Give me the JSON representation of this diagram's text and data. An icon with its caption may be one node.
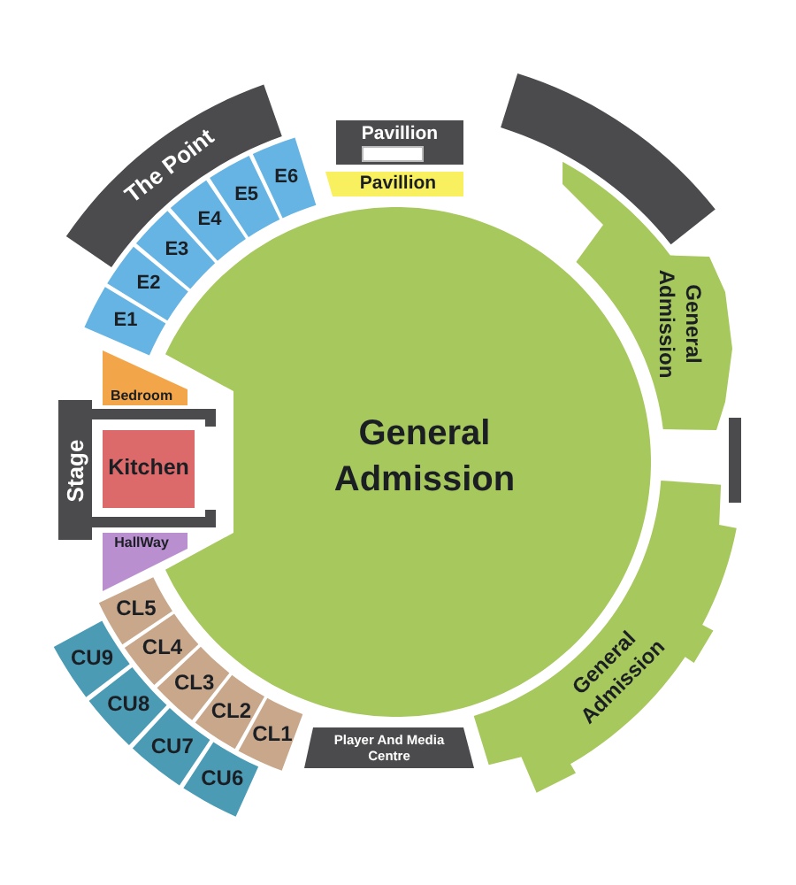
{
  "diagram": {
    "nodes": [
      {
        "text": [
          "The Point"
        ]
      },
      {
        "text": [
          "Pavillion"
        ]
      },
      {
        "text": [
          "Pavillion"
        ]
      },
      {
        "text": [],
        "shape": "band"
      },
      {
        "text": [
          "E1"
        ]
      },
      {
        "text": [
          "E2"
        ]
      },
      {
        "text": [
          "E3"
        ]
      },
      {
        "text": [
          "E4"
        ]
      },
      {
        "text": [
          "E5"
        ]
      },
      {
        "text": [
          "E6"
        ]
      },
      {
        "text": [
          "General Admission"
        ]
      },
      {
        "text": [
          "Bedroom"
        ]
      },
      {
        "text": [
          "Stage"
        ]
      },
      {
        "text": [
          "Kitchen"
        ],
        "in": 12
      },
      {
        "text": [
          "General Admission"
        ]
      },
      {
        "text": [],
        "shape": "bar"
      },
      {
        "text": [
          "HallWay"
        ]
      },
      {
        "text": [
          "CL5"
        ]
      },
      {
        "text": [
          "CL4"
        ]
      },
      {
        "text": [
          "CL3"
        ]
      },
      {
        "text": [
          "CL2"
        ]
      },
      {
        "text": [
          "CL1"
        ]
      },
      {
        "text": [
          "CU9"
        ]
      },
      {
        "text": [
          "CU8"
        ]
      },
      {
        "text": [
          "CU7"
        ]
      },
      {
        "text": [
          "CU6"
        ]
      },
      {
        "text": [
          "Player And Media Centre"
        ]
      },
      {
        "text": [
          "General Admission"
        ]
      }
    ]
  }
}
